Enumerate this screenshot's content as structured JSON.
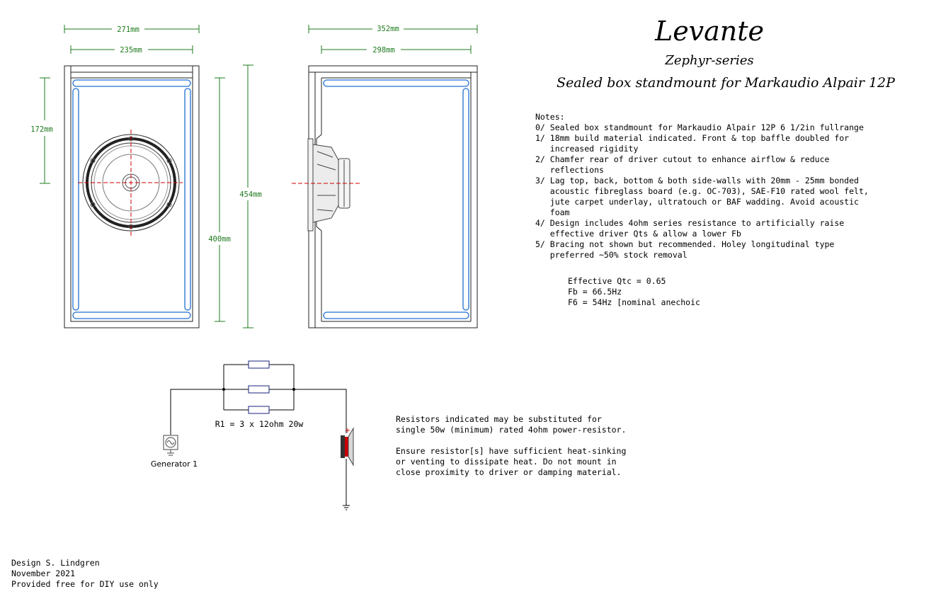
{
  "title": {
    "brand": "Levante",
    "series": "Zephyr-series",
    "subtitle": "Sealed box standmount for Markaudio Alpair 12P"
  },
  "dimensions": {
    "front_outer_width": "271mm",
    "front_inner_width": "235mm",
    "side_outer_depth": "352mm",
    "side_inner_depth": "298mm",
    "driver_center_height": "172mm",
    "outer_height": "454mm",
    "inner_height": "400mm"
  },
  "notes": {
    "heading": "Notes:",
    "lines": [
      "0/ Sealed box standmount for Markaudio Alpair 12P 6 1/2in fullrange",
      "1/ 18mm build material indicated. Front & top baffle doubled for",
      "   increased rigidity",
      "2/ Chamfer rear of driver cutout to enhance airflow & reduce",
      "   reflections",
      "3/ Lag top, back, bottom & both side-walls with 20mm - 25mm bonded",
      "   acoustic fibreglass board (e.g. OC-703), SAE-F10 rated wool felt,",
      "   jute carpet underlay, ultratouch or BAF wadding. Avoid acoustic",
      "   foam",
      "4/ Design includes 4ohm series resistance to artificially raise",
      "   effective driver Qts & allow a lower Fb",
      "5/ Bracing not shown but recommended. Holey longitudinal type",
      "   preferred ~50% stock removal"
    ]
  },
  "specs": {
    "qtc": "Effective Qtc = 0.65",
    "fb": "Fb = 66.5Hz",
    "f6": "F6 = 54Hz [nominal anechoic"
  },
  "circuit": {
    "resistor_label": "R1 = 3 x 12ohm 20w",
    "generator_label": "Generator 1",
    "plus_sign": "+"
  },
  "resistor_notes": {
    "lines": [
      "Resistors indicated may be substituted for",
      "single 50w (minimum) rated 4ohm power-resistor.",
      "",
      "Ensure resistor[s] have sufficient heat-sinking",
      "or venting to dissipate heat. Do not mount in",
      "close proximity to driver or damping material."
    ]
  },
  "credits": {
    "lines": [
      "Design S. Lindgren",
      "November 2021",
      "Provided free for DIY use only"
    ]
  },
  "colors": {
    "dimension": "#1e7b1e",
    "centerline": "#d00000",
    "damping": "#1f6fd0",
    "resistor": "#1a237e",
    "magnet": "#cc0000"
  }
}
